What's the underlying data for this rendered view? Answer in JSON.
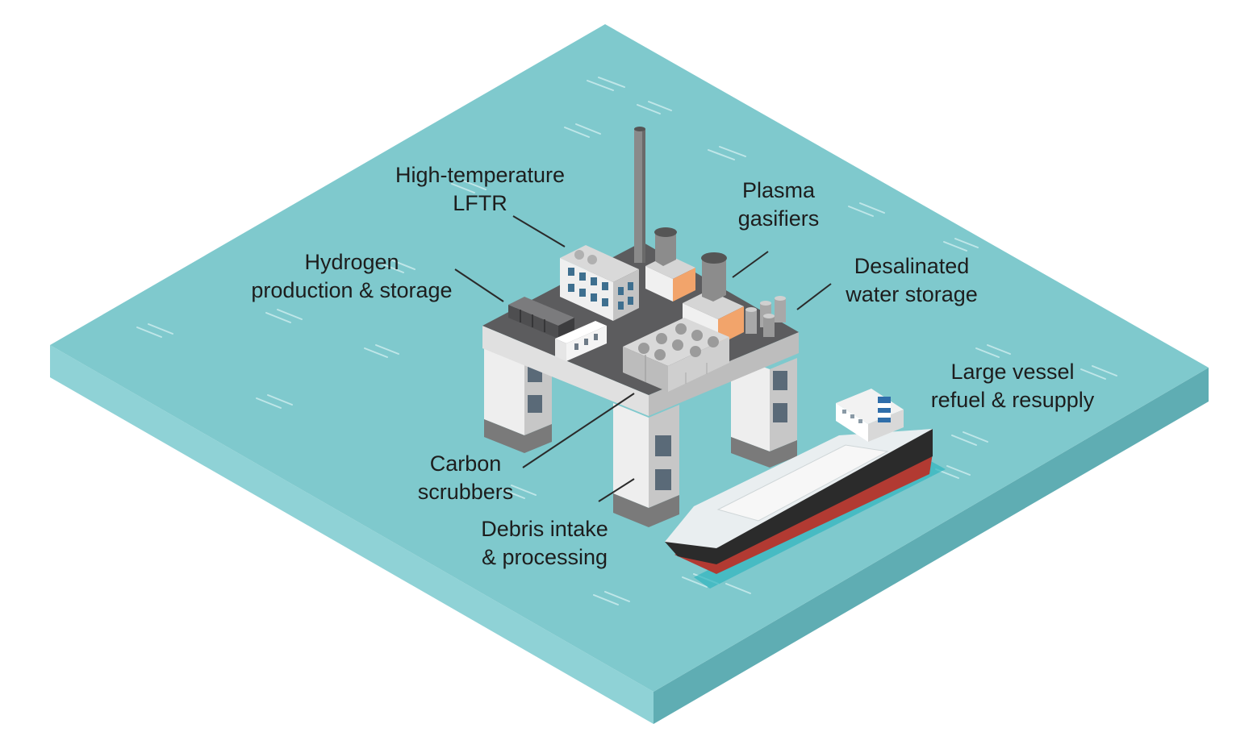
{
  "labels": {
    "lftr": [
      "High-temperature",
      "LFTR"
    ],
    "plasma": [
      "Plasma",
      "gasifiers"
    ],
    "hydrogen": [
      "Hydrogen",
      "production & storage"
    ],
    "water": [
      "Desalinated",
      "water storage"
    ],
    "vessel": [
      "Large vessel",
      "refuel & resupply"
    ],
    "carbon": [
      "Carbon",
      "scrubbers"
    ],
    "debris": [
      "Debris intake",
      "& processing"
    ]
  },
  "colors": {
    "sea_top": "#7fc9cd",
    "sea_side_left": "#8fd2d6",
    "sea_side_right": "#5fadb3",
    "platform_deck": "#5c5c5e",
    "leg_light": "#eeeeee",
    "leg_shade": "#c7c7c7",
    "hull_black": "#2b2b2b",
    "hull_red": "#b23a32",
    "text": "#1d1d1d"
  }
}
